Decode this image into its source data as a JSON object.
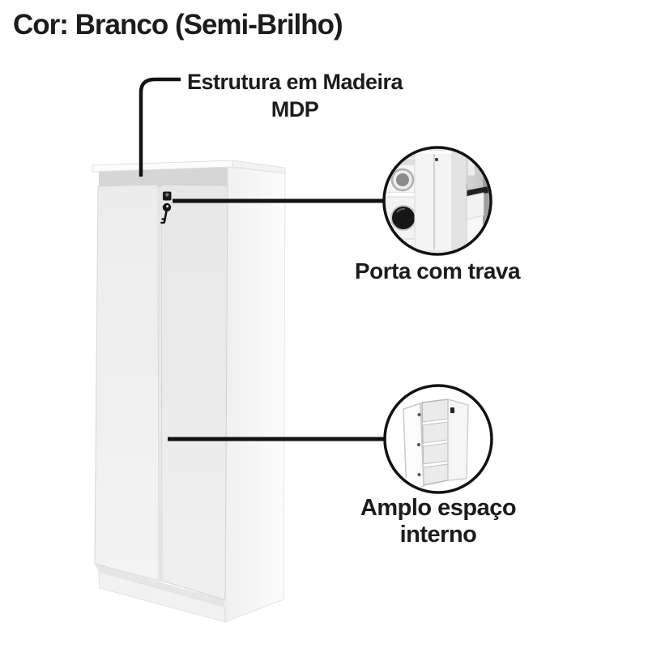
{
  "title": "Cor: Branco (Semi-Brilho)",
  "callouts": {
    "structure": {
      "line1": "Estrutura em Madeira",
      "line2": "MDP"
    },
    "lock": {
      "label": "Porta com trava"
    },
    "interior": {
      "line1": "Amplo espaço",
      "line2": "interno"
    }
  },
  "colors": {
    "text": "#1c1c1c",
    "leader_line": "#121212",
    "circle_border": "#121212",
    "cabinet_recess": "#d6d6d6",
    "appliance_door_dark": "#1a1a1a"
  },
  "icons": {
    "main_cabinet": "two-door-cabinet-with-lock-illustration",
    "lock_key": "lock-and-key-icon",
    "inset_top": "laundry-room-cabinet-photo",
    "inset_bottom": "open-cabinet-with-shelves-photo"
  }
}
